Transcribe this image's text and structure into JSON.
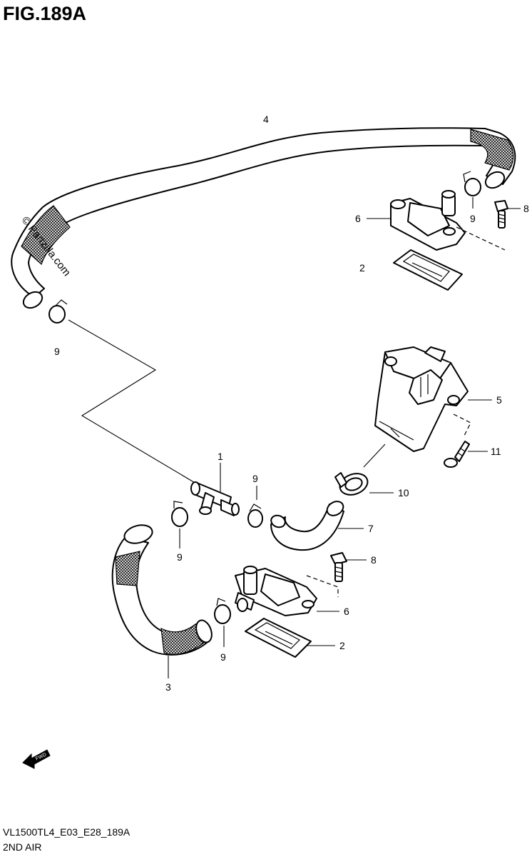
{
  "figure": {
    "title": "FIG.189A",
    "code": "VL1500TL4_E03_E28_189A",
    "name": "2ND AIR",
    "watermark": "© Partzilla.com",
    "fwd_label": "FWD"
  },
  "callouts": {
    "c1": "1",
    "c2_top": "2",
    "c2_bottom": "2",
    "c3": "3",
    "c4": "4",
    "c5": "5",
    "c6_top": "6",
    "c6_bottom": "6",
    "c7": "7",
    "c8_top": "8",
    "c8_bottom": "8",
    "c9_top_right": "9",
    "c9_left": "9",
    "c9_center": "9",
    "c9_lower_left": "9",
    "c9_bottom": "9",
    "c10": "10",
    "c11": "11"
  }
}
